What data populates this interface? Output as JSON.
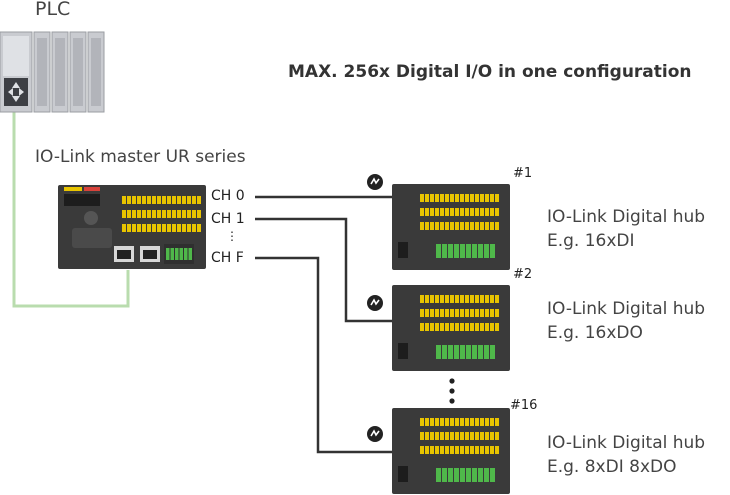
{
  "diagram": {
    "plc_label": "PLC",
    "title": "MAX. 256x Digital I/O in one configuration",
    "master_label": "IO-Link master UR series",
    "channels": [
      "CH 0",
      "CH 1",
      "⋮",
      "CH F"
    ],
    "hubs": [
      {
        "number": "#1",
        "line1": "IO-Link Digital hub",
        "line2": "E.g. 16xDI"
      },
      {
        "number": "#2",
        "line1": "IO-Link Digital hub",
        "line2": "E.g. 16xDO"
      },
      {
        "number": "#16",
        "line1": "IO-Link Digital hub",
        "line2": "E.g. 8xDI 8xDO"
      }
    ],
    "colors": {
      "ethernet_line": "#b9dcae",
      "iolink_line": "#333333",
      "device_body": "#3a3a3a",
      "terminal_yellow": "#e8c400",
      "terminal_green": "#4fb84a"
    },
    "icons": [
      "plc-icon",
      "iolink-icon"
    ]
  }
}
